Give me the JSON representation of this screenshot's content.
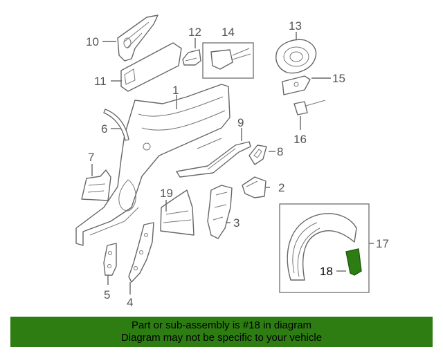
{
  "callouts": {
    "c1": "1",
    "c2": "2",
    "c3": "3",
    "c4": "4",
    "c5": "5",
    "c6": "6",
    "c7": "7",
    "c8": "8",
    "c9": "9",
    "c10": "10",
    "c11": "11",
    "c12": "12",
    "c13": "13",
    "c14": "14",
    "c15": "15",
    "c16": "16",
    "c17": "17",
    "c18": "18",
    "c19": "19"
  },
  "highlighted_part": "18",
  "colors": {
    "highlight": "#2e7d12",
    "banner": "#2e7d12",
    "line": "#666666"
  },
  "footer": {
    "line1": "Part or sub-assembly is #18 in diagram",
    "line2": "Diagram may not be specific to your vehicle"
  }
}
